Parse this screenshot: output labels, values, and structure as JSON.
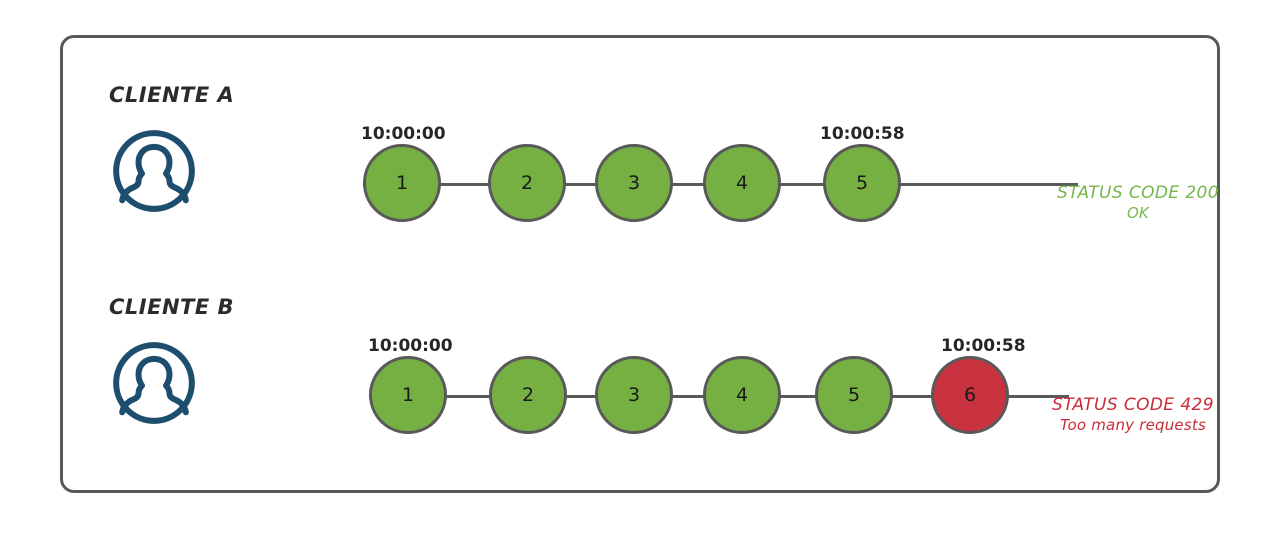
{
  "diagram": {
    "title": "Rate limiting timeline diagram",
    "colors": {
      "frame_border": "#595959",
      "node_ok": "#76b043",
      "node_error": "#c9333f",
      "node_border": "#595959",
      "avatar": "#1d4e6e",
      "status_ok_text": "#74b74a",
      "status_error_text": "#cc2b37",
      "timestamp_text": "#262626",
      "background": "#ffffff"
    },
    "rows": [
      {
        "id": "client-a",
        "label": "CLIENTE A",
        "avatar_icon": "user-avatar-icon",
        "start_time": "10:00:00",
        "end_time": "10:00:58",
        "nodes": [
          {
            "number": "1",
            "state": "ok"
          },
          {
            "number": "2",
            "state": "ok"
          },
          {
            "number": "3",
            "state": "ok"
          },
          {
            "number": "4",
            "state": "ok"
          },
          {
            "number": "5",
            "state": "ok"
          }
        ],
        "status": {
          "code_line": "STATUS CODE 200",
          "detail_line": "OK",
          "state": "ok"
        }
      },
      {
        "id": "client-b",
        "label": "CLIENTE B",
        "avatar_icon": "user-avatar-icon",
        "start_time": "10:00:00",
        "end_time": "10:00:58",
        "nodes": [
          {
            "number": "1",
            "state": "ok"
          },
          {
            "number": "2",
            "state": "ok"
          },
          {
            "number": "3",
            "state": "ok"
          },
          {
            "number": "4",
            "state": "ok"
          },
          {
            "number": "5",
            "state": "ok"
          },
          {
            "number": "6",
            "state": "error"
          }
        ],
        "status": {
          "code_line": "STATUS CODE 429",
          "detail_line": "Too many requests",
          "state": "error"
        }
      }
    ]
  }
}
